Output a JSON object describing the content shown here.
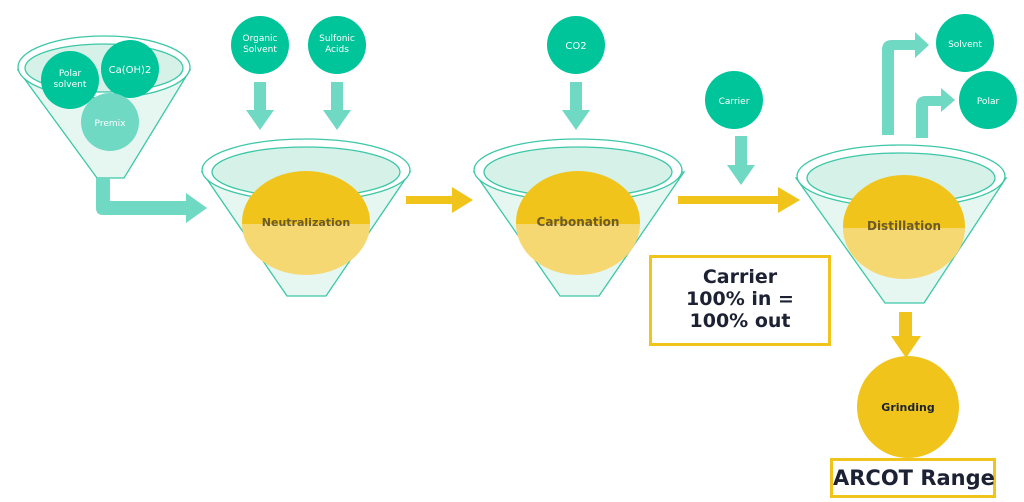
{
  "colors": {
    "teal": "#00c49a",
    "teal_light": "#6fd9c3",
    "funnel_fill": "#e6f6f1",
    "funnel_stroke": "#3cc7a6",
    "gold": "#f0c41b",
    "gold_light": "#f6d873",
    "text_dark": "#1c2233"
  },
  "premix_funnel": {
    "inputs": [
      "Polar\nsolvent",
      "Ca(OH)2"
    ],
    "result": "Premix"
  },
  "inputs": {
    "organic_solvent": "Organic\nSolvent",
    "sulfonic_acids": "Sulfonic\nAcids",
    "co2": "CO2",
    "carrier": "Carrier"
  },
  "stages": {
    "neutralization": "Neutralization",
    "carbonation": "Carbonation",
    "distillation": "Distillation",
    "grinding": "Grinding"
  },
  "outputs": {
    "solvent": "Solvent",
    "polar": "Polar"
  },
  "notes": {
    "carrier_box": [
      "Carrier",
      "100% in =",
      "100% out"
    ],
    "arcot_range": "ARCOT Range"
  }
}
